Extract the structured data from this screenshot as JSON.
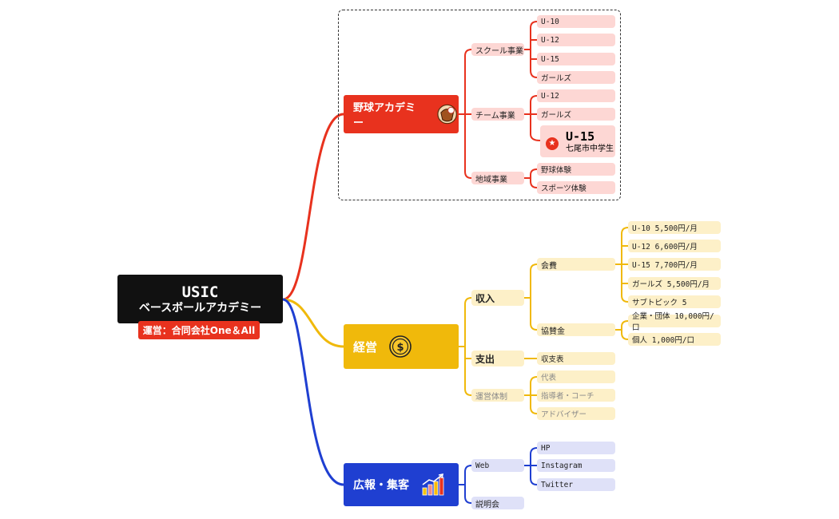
{
  "root": {
    "title": "USIC",
    "subtitle": "ベースボールアカデミー",
    "operator": "運営：合同会社One＆All"
  },
  "colors": {
    "red": "#e8321e",
    "gold": "#f0b90b",
    "blue": "#1f3fd1",
    "pink": "#fdd7d4",
    "yellow": "#fdf0c8",
    "lavender": "#dfe1f8"
  },
  "academy": {
    "label": "野球アカデミー",
    "icon": "baseball-glove-icon",
    "school": {
      "label": "スクール事業",
      "items": [
        "U-10",
        "U-12",
        "U-15",
        "ガールズ"
      ]
    },
    "team": {
      "label": "チーム事業",
      "items": [
        "U-12",
        "ガールズ"
      ],
      "featured": {
        "title": "U-15",
        "subtitle": "七尾市中学生",
        "icon": "star-icon"
      }
    },
    "community": {
      "label": "地域事業",
      "items": [
        "野球体験",
        "スポーツ体験"
      ]
    }
  },
  "management": {
    "label": "経営",
    "icon": "coin-icon",
    "income": {
      "label": "収入",
      "fees": {
        "label": "会費",
        "items": [
          "U-10 5,500円/月",
          "U-12 6,600円/月",
          "U-15 7,700円/月",
          "ガールズ 5,500円/月",
          "サブトピック 5"
        ]
      },
      "sponsorship": {
        "label": "協賛金",
        "items": [
          "企業・団体 10,000円/口",
          "個人 1,000円/口"
        ]
      }
    },
    "expense": {
      "label": "支出",
      "items": [
        "収支表"
      ]
    },
    "structure": {
      "label": "運営体制",
      "items": [
        "代表",
        "指導者・コーチ",
        "アドバイザー"
      ]
    }
  },
  "pr": {
    "label": "広報・集客",
    "icon": "growth-chart-icon",
    "web": {
      "label": "Web",
      "items": [
        "HP",
        "Instagram",
        "Twitter"
      ]
    },
    "briefing": {
      "label": "説明会"
    }
  }
}
